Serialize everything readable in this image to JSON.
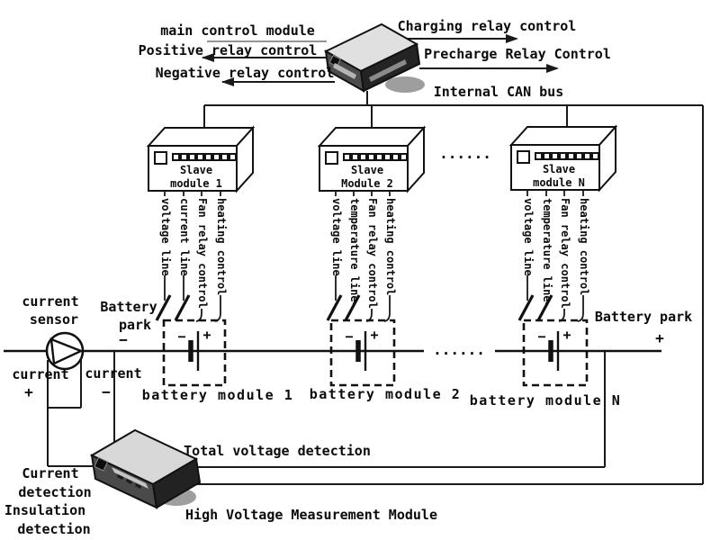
{
  "colors": {
    "line": "#1a1a1a",
    "text": "#0b0b0b",
    "module_top": "#e0e0e0",
    "module_front": "#4c4c4c",
    "module_side": "#242424",
    "background": "#ffffff"
  },
  "main_control": {
    "label": "main control module",
    "left_signals": [
      {
        "label": "Positive relay control"
      },
      {
        "label": "Negative relay control"
      }
    ],
    "right_signals": [
      {
        "label": "Charging relay control"
      },
      {
        "label": "Precharge Relay Control"
      }
    ],
    "bus_label": "Internal CAN bus"
  },
  "slave_modules": [
    {
      "line1": "Slave",
      "line2": "module 1",
      "wires": [
        "voltage line",
        "current line",
        "Fan relay control",
        "heating control"
      ]
    },
    {
      "line1": "Slave",
      "line2": "Module 2",
      "wires": [
        "voltage line",
        "temperature line",
        "Fan relay control",
        "heating control"
      ]
    },
    {
      "line1": "Slave",
      "line2": "module N",
      "wires": [
        "voltage line",
        "temperature line",
        "Fan relay control",
        "heating control"
      ]
    }
  ],
  "ellipsis": {
    "top": "......",
    "mid": "......"
  },
  "battery_park": {
    "left": {
      "line1": "Battery",
      "line2": "park",
      "sign": "−"
    },
    "right": {
      "label": "Battery park",
      "sign": "+"
    }
  },
  "battery_modules": [
    {
      "label": "battery module 1"
    },
    {
      "label": "battery module 2"
    },
    {
      "label": "battery module N"
    }
  ],
  "cell": {
    "minus": "−",
    "plus": "+"
  },
  "sensor": {
    "line1": "current",
    "line2": "sensor",
    "lead_plus": {
      "label": "current",
      "sign": "+"
    },
    "lead_minus": {
      "label": "current",
      "sign": "−"
    }
  },
  "hv_module": {
    "total_label": "Total voltage detection",
    "module_label": "High Voltage Measurement Module",
    "current_detection": {
      "line1": "Current",
      "line2": "detection"
    },
    "insulation_detection": {
      "line1": "Insulation",
      "line2": "detection"
    }
  }
}
